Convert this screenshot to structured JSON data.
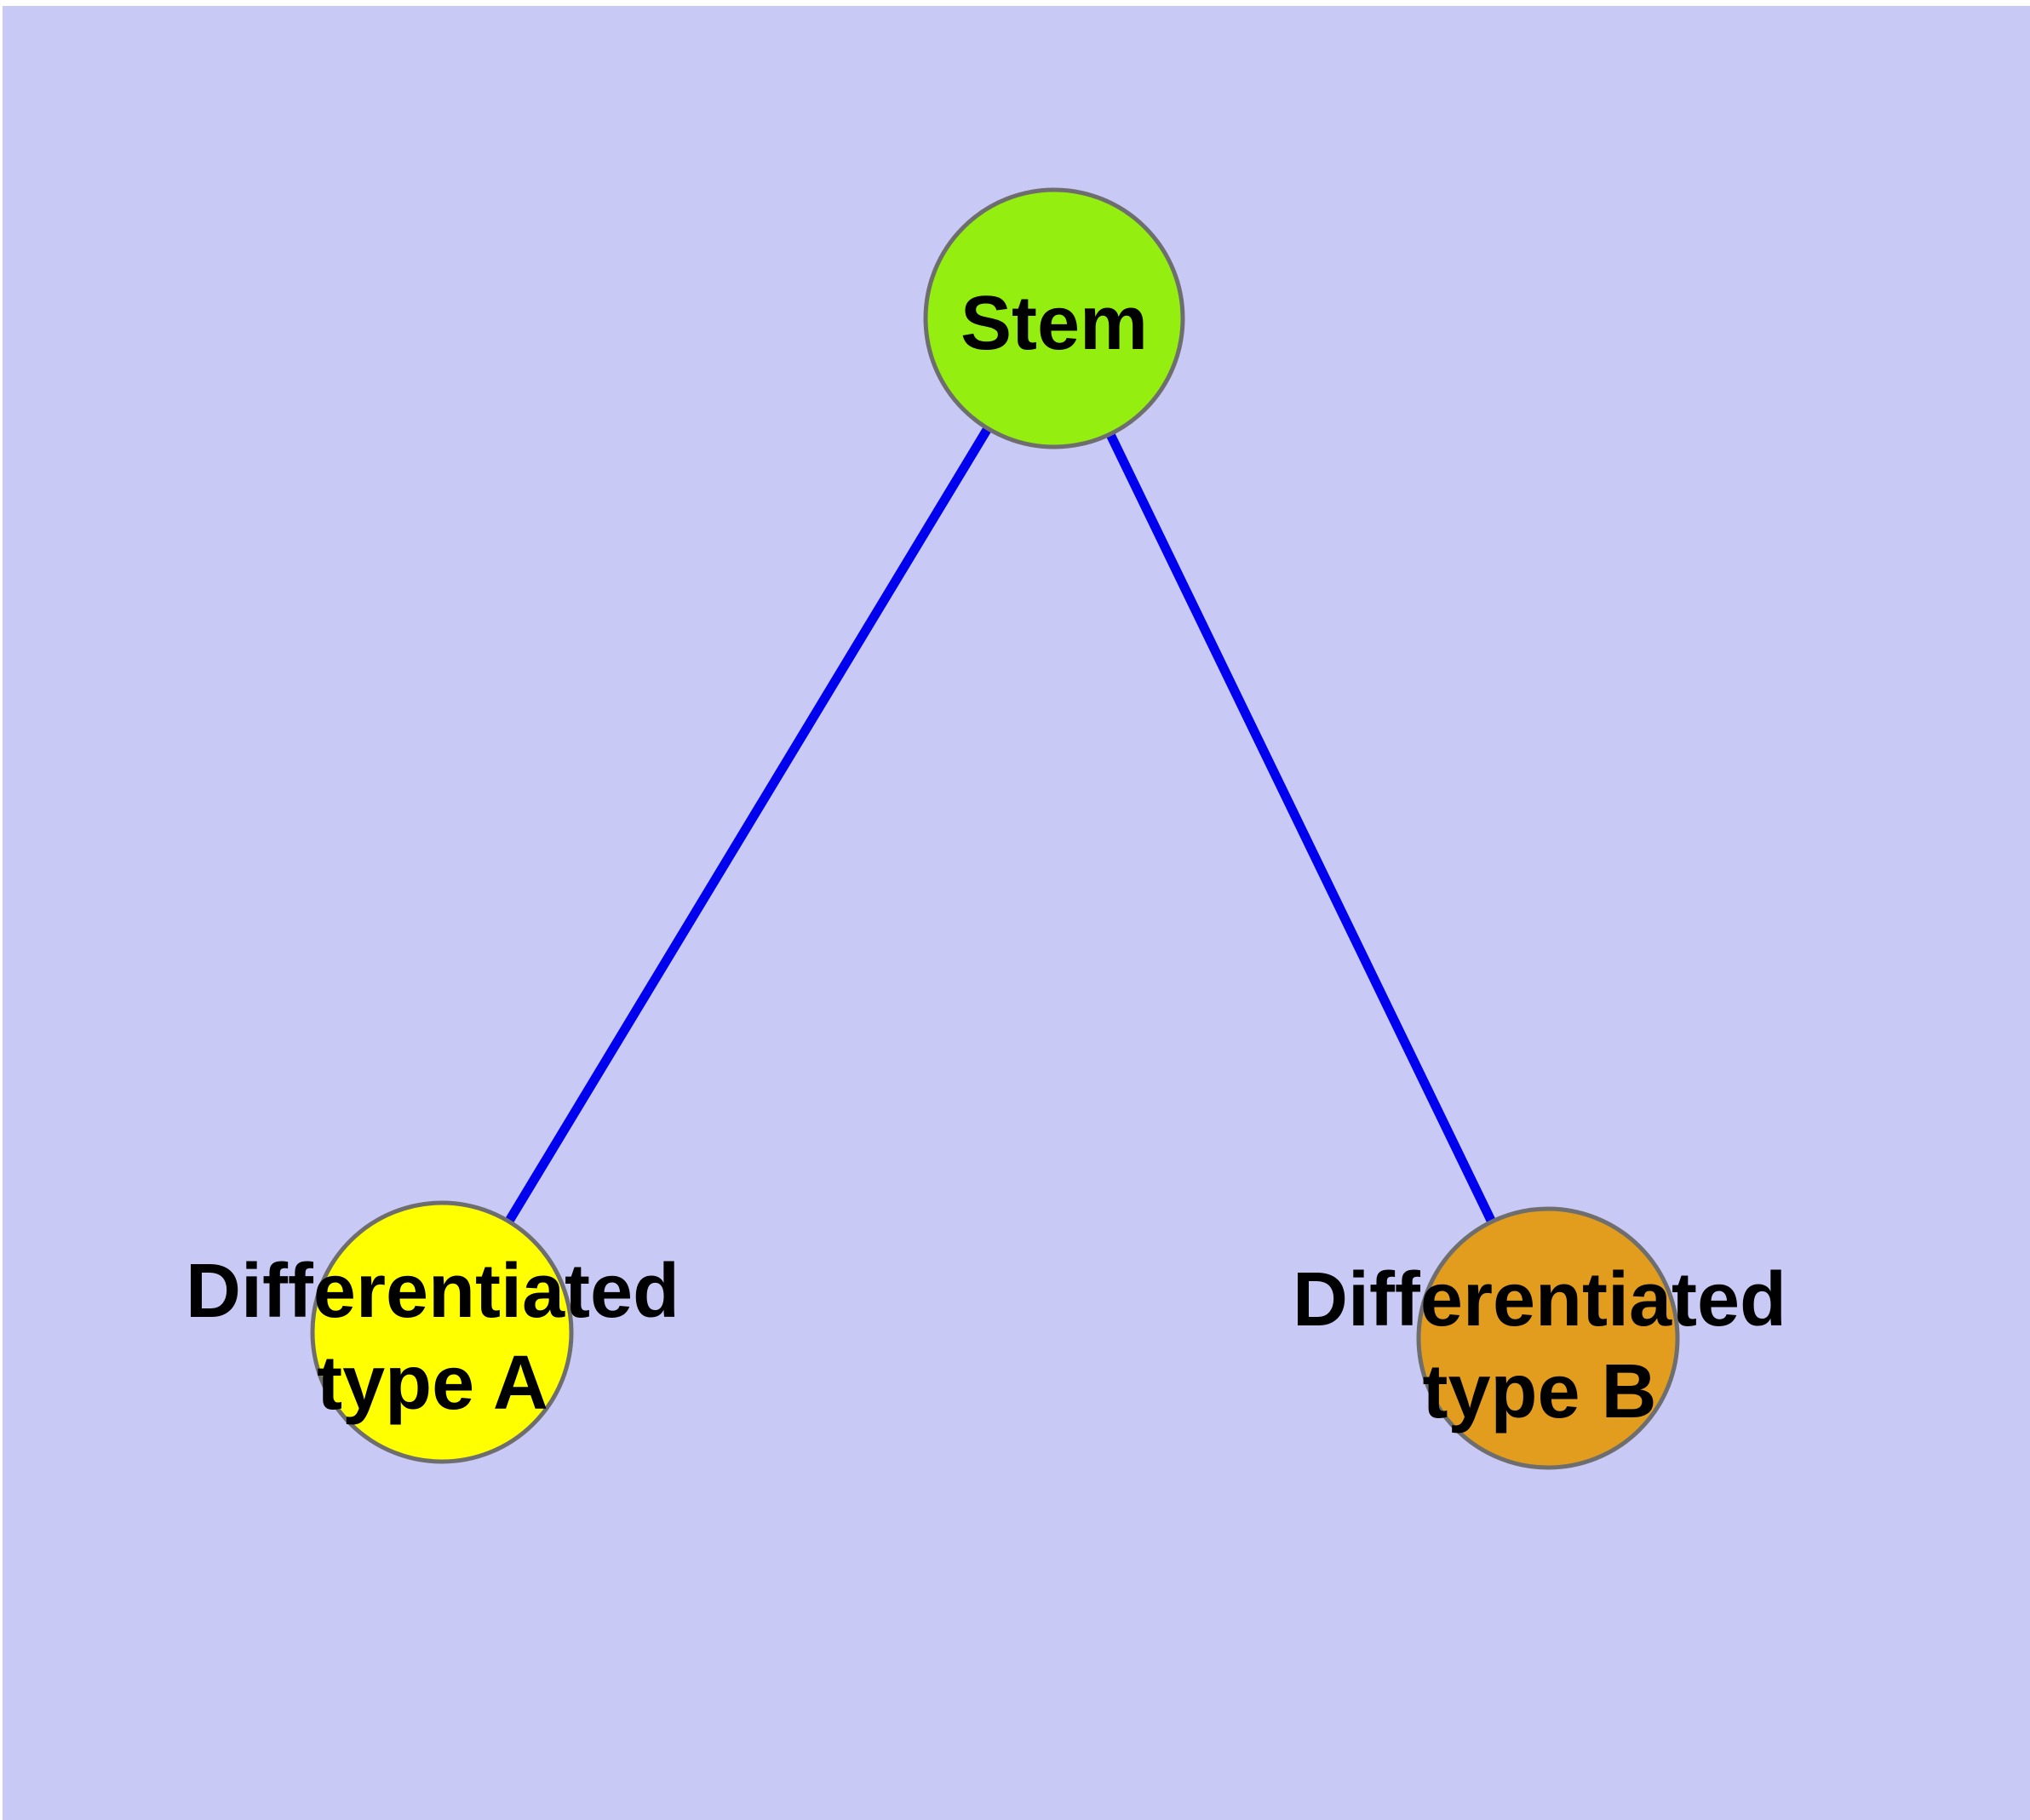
{
  "diagram": {
    "type": "node-link-graph",
    "background_color": "#C9C9F6",
    "edge_color": "#0000EE",
    "node_border_color": "#6E6E6E",
    "text_color": "#000000",
    "nodes": {
      "stem": {
        "label": "Stem",
        "fill": "#94EE0F"
      },
      "type_a": {
        "label": "Differentiated type A",
        "line1": "Differentiated",
        "line2": "type A",
        "fill": "#FFFF00"
      },
      "type_b": {
        "label": "Differentiated type B",
        "line1": "Differentiated",
        "line2": "type B",
        "fill": "#E29C1E"
      }
    },
    "edges": [
      {
        "from": "Stem",
        "to": "Differentiated type A"
      },
      {
        "from": "Stem",
        "to": "Differentiated type B"
      }
    ]
  }
}
